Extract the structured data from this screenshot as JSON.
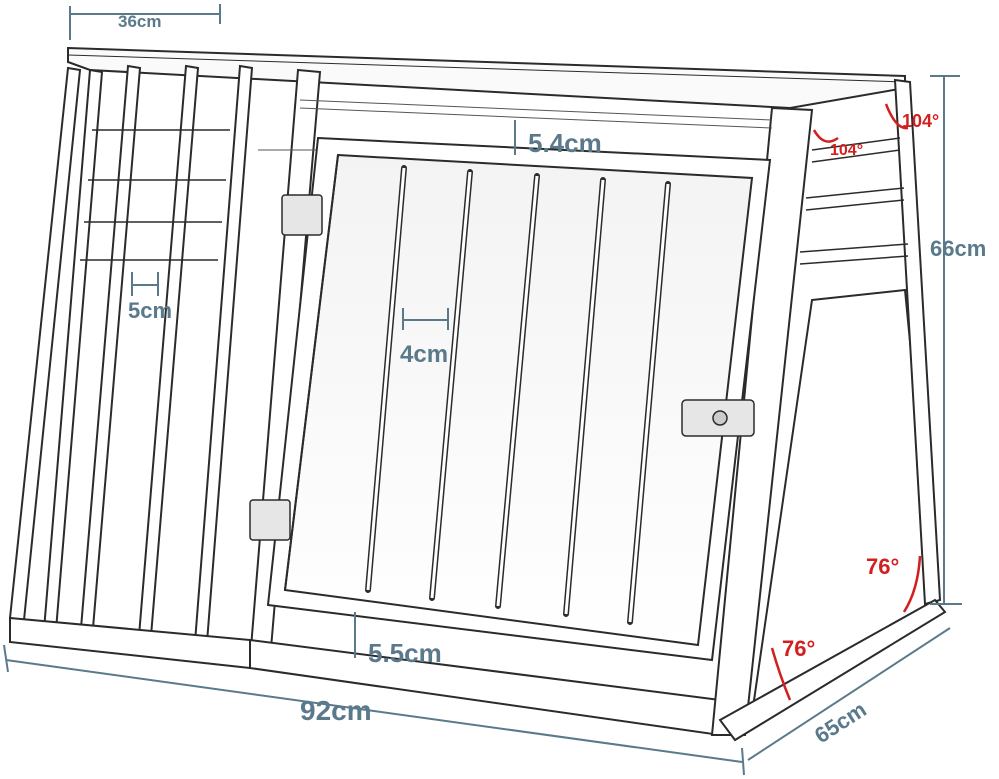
{
  "colors": {
    "outline": "#2b2b2b",
    "dimension": "#5a7a8c",
    "angle": "#d21f1f",
    "background": "#ffffff"
  },
  "labels": {
    "top_width": "36cm",
    "door_gap_top": "5.4cm",
    "height": "66cm",
    "angle_top_right": "104°",
    "angle_top_inner": "104°",
    "side_bar_gap": "5cm",
    "door_bar_gap": "4cm",
    "angle_side_right": "76°",
    "angle_bottom_right": "76°",
    "door_gap_bottom": "5.5cm",
    "length": "92cm",
    "depth": "65cm"
  }
}
